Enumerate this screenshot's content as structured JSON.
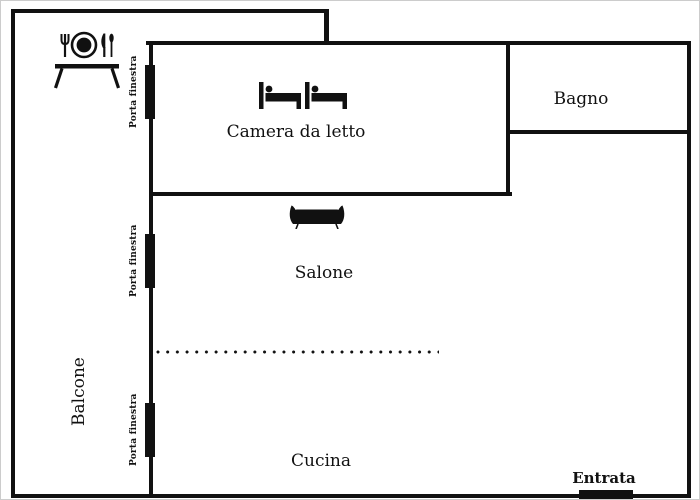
{
  "page": {
    "type": "apartment-floor-plan",
    "background": "#ffffff",
    "wall_color": "#111111"
  },
  "rooms": {
    "balcone": {
      "label": "Balcone"
    },
    "camera_da_letto": {
      "label": "Camera da letto"
    },
    "bagno": {
      "label": "Bagno"
    },
    "salone": {
      "label": "Salone"
    },
    "cucina": {
      "label": "Cucina"
    }
  },
  "doors": {
    "porta_finestra": {
      "label": "Porta finestra",
      "count": 3
    },
    "entrata": {
      "label": "Entrata"
    }
  },
  "furniture": {
    "dining_table": "dining-table-with-plate-and-cutlery",
    "beds": "two-single-beds",
    "sofa": "sofa"
  }
}
